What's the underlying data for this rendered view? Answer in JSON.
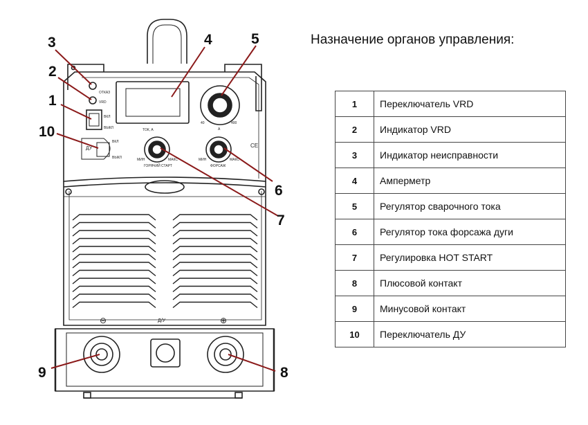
{
  "title": "Назначение органов управления:",
  "callouts": [
    "1",
    "2",
    "3",
    "4",
    "5",
    "6",
    "7",
    "8",
    "9",
    "10"
  ],
  "panel": {
    "ammeter_label": "ТОК, А",
    "scale_min": "40",
    "scale_max": "400",
    "scale_unit": "А",
    "knob_min": "МИН",
    "knob_max": "МАКС",
    "hot_start_label": "ГОРЯЧИЙ СТАРТ",
    "arc_force_label": "ФОРСАЖ",
    "vrd_label": "VRD",
    "fault_label": "ОТКАЗ",
    "on_label": "ВКЛ",
    "off_label": "ВЫКЛ",
    "remote_label": "ДУ",
    "remote_on": "ВКЛ",
    "remote_off": "ВЫКЛ",
    "connector_label": "Д/У",
    "minus_sign": "⊖",
    "plus_sign": "⊕",
    "ce_mark": "CE"
  },
  "legend": [
    {
      "num": "1",
      "text": "Переключатель VRD"
    },
    {
      "num": "2",
      "text": "Индикатор VRD"
    },
    {
      "num": "3",
      "text": "Индикатор неисправности"
    },
    {
      "num": "4",
      "text": "Амперметр"
    },
    {
      "num": "5",
      "text": "Регулятор сварочного тока"
    },
    {
      "num": "6",
      "text": "Регулятор тока форсажа дуги"
    },
    {
      "num": "7",
      "text": "Регулировка HOT START"
    },
    {
      "num": "8",
      "text": "Плюсовой контакт"
    },
    {
      "num": "9",
      "text": "Минусовой контакт"
    },
    {
      "num": "10",
      "text": "Переключатель ДУ"
    }
  ],
  "colors": {
    "line": "#222222",
    "callout_line": "#8b1a1a"
  }
}
